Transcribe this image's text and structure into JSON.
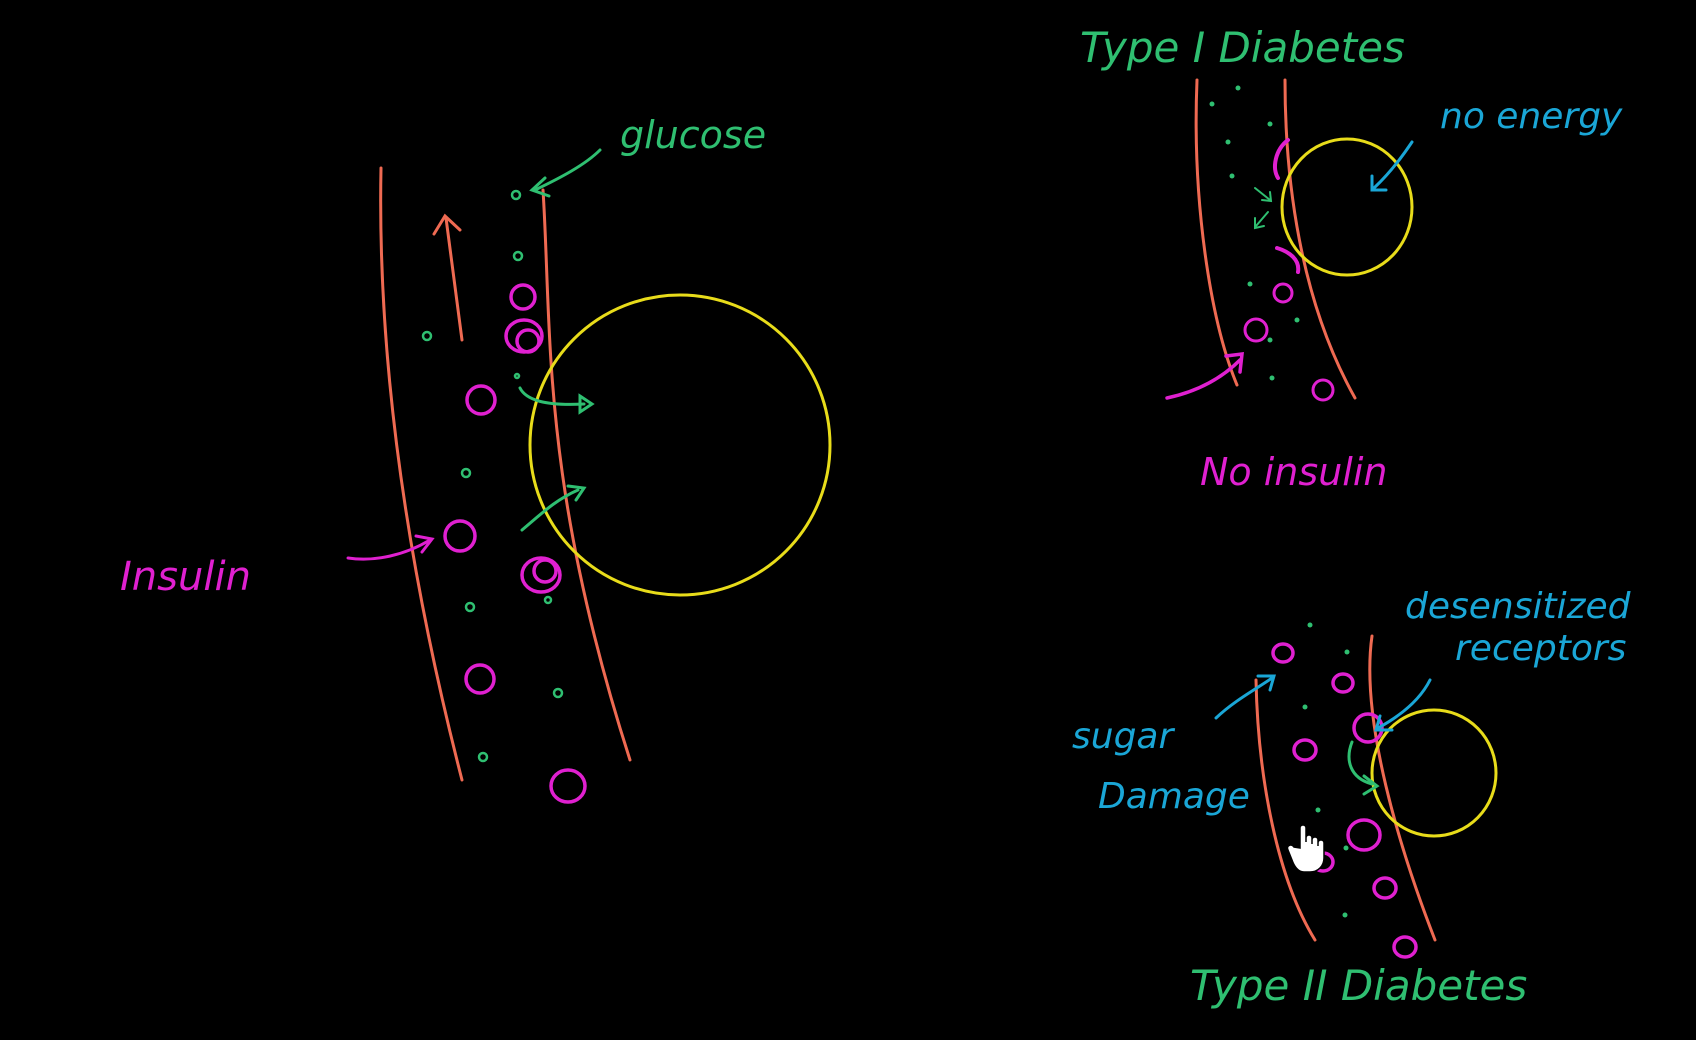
{
  "labels": {
    "glucose": "glucose",
    "insulin": "Insulin",
    "type1_title": "Type I Diabetes",
    "no_energy": "no energy",
    "no_insulin": "No insulin",
    "desensitized": "desensitized",
    "receptors": "receptors",
    "sugar": "sugar",
    "damage": "Damage",
    "type2_title": "Type II Diabetes"
  },
  "colors": {
    "background": "#000000",
    "vessel": "#ef6a52",
    "cell": "#e8dc1a",
    "glucose": "#2fbf71",
    "insulin": "#e020d0",
    "annotation": "#1aa6d6"
  }
}
